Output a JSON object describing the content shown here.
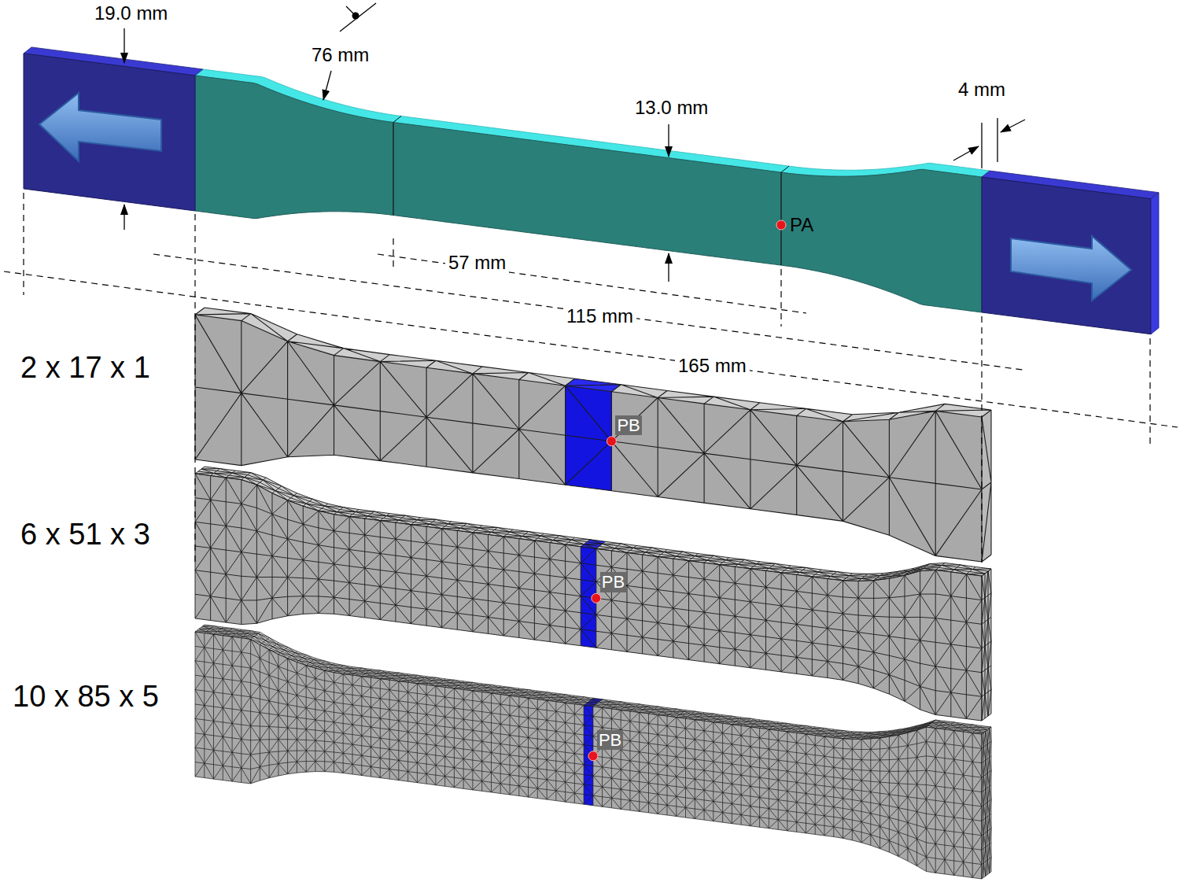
{
  "diagram": {
    "labels": [
      "19.0 mm",
      "76 mm",
      "13.0 mm",
      "4 mm",
      "PA",
      "57 mm",
      "115 mm",
      "165 mm",
      "2 x 17 x 1",
      "PB",
      "6 x 51 x 3",
      "PB",
      "10 x 85 x 5",
      "PB"
    ]
  }
}
